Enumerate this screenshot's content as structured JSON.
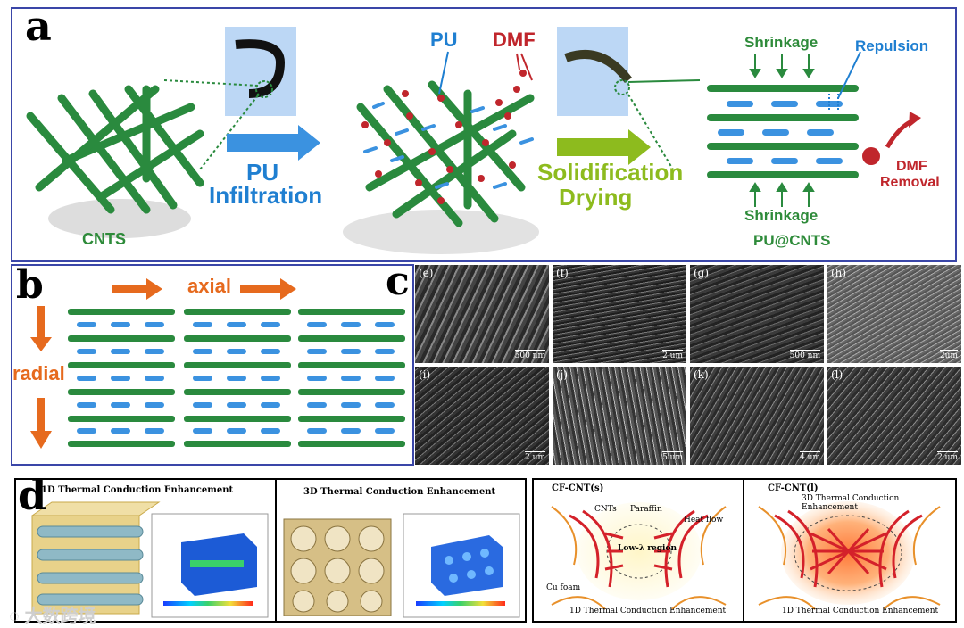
{
  "panel_a": {
    "label": "a",
    "cnts": "CNTS",
    "step1_line1": "PU",
    "step1_line2": "Infiltration",
    "pu": "PU",
    "dmf": "DMF",
    "step2_line1": "Solidification",
    "step2_line2": "Drying",
    "shrinkage_top": "Shrinkage",
    "shrinkage_bottom": "Shrinkage",
    "repulsion": "Repulsion",
    "dmf_removal_1": "DMF",
    "dmf_removal_2": "Removal",
    "pu_cnts": "PU@CNTS"
  },
  "panel_b": {
    "label": "b",
    "axial": "axial",
    "radial": "radial"
  },
  "panel_c": {
    "label": "c",
    "images": [
      {
        "tag": "(e)",
        "scale": "500 nm"
      },
      {
        "tag": "(f)",
        "scale": "2 um"
      },
      {
        "tag": "(g)",
        "scale": "500 nm"
      },
      {
        "tag": "(h)",
        "scale": "2um"
      },
      {
        "tag": "(i)",
        "scale": "2 um"
      },
      {
        "tag": "(j)",
        "scale": "5 um"
      },
      {
        "tag": "(k)",
        "scale": "4 um"
      },
      {
        "tag": "(l)",
        "scale": "2 um"
      }
    ]
  },
  "panel_d": {
    "label": "d",
    "title_1d": "1D Thermal Conduction Enhancement",
    "title_3d": "3D Thermal Conduction Enhancement",
    "cf_s_title": "CF-CNT(s)",
    "cnts": "CNTs",
    "paraffin": "Paraffin",
    "heat_flow": "Heat flow",
    "low_k": "Low-λ region",
    "cu_foam": "Cu foam",
    "cf_s_caption": "1D Thermal Conduction Enhancement",
    "cf_l_title": "CF-CNT(l)",
    "cf_l_top": "3D Thermal Conduction Enhancement",
    "cf_l_caption": "1D Thermal Conduction Enhancement"
  },
  "watermark": "大数跨境",
  "colors": {
    "green": "#2e8b3a",
    "blue": "#1f7fd1",
    "red": "#c0262c",
    "lime": "#8dbb1e",
    "orange": "#e66a1e",
    "border": "#3a46a8"
  }
}
